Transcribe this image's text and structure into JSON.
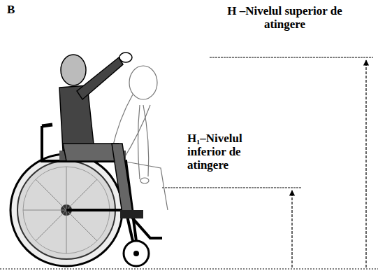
{
  "diagram": {
    "labels": [
      "B",
      "H –Nivelul superior de atingere",
      "H₁–Nivelul inferior de atingere"
    ]
  }
}
